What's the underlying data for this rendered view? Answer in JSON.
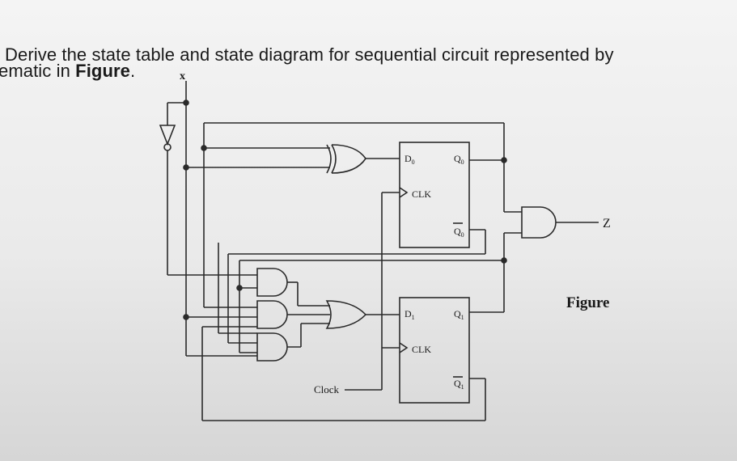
{
  "problem": {
    "line1": "Derive the state table and state diagram for sequential circuit represented by",
    "line2_prefix": "ematic in ",
    "line2_bold": "Figure",
    "line2_suffix": "."
  },
  "schematic": {
    "input_label": "x",
    "output_label": "Z",
    "clock_label": "Clock",
    "caption": "Figure",
    "ff0": {
      "d": "D",
      "d_sub": "0",
      "clk": "CLK",
      "q": "Q",
      "q_sub": "0",
      "qbar": "Q",
      "qbar_sub": "0"
    },
    "ff1": {
      "d": "D",
      "d_sub": "1",
      "clk": "CLK",
      "q": "Q",
      "q_sub": "1",
      "qbar": "Q",
      "qbar_sub": "1"
    }
  },
  "colors": {
    "ink": "#2a2a2a",
    "text": "#1a1a1a"
  }
}
